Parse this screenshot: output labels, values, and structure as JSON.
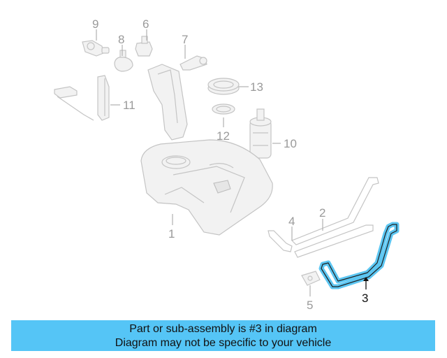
{
  "diagram": {
    "callouts": [
      {
        "id": "1",
        "label": "1"
      },
      {
        "id": "2",
        "label": "2"
      },
      {
        "id": "3",
        "label": "3",
        "highlighted": true
      },
      {
        "id": "4",
        "label": "4"
      },
      {
        "id": "5",
        "label": "5"
      },
      {
        "id": "6",
        "label": "6"
      },
      {
        "id": "7",
        "label": "7"
      },
      {
        "id": "8",
        "label": "8"
      },
      {
        "id": "9",
        "label": "9"
      },
      {
        "id": "10",
        "label": "10"
      },
      {
        "id": "11",
        "label": "11"
      },
      {
        "id": "12",
        "label": "12"
      },
      {
        "id": "13",
        "label": "13"
      }
    ],
    "colors": {
      "highlight": "#5cc6f2",
      "banner": "#55c5f6",
      "ghost": "#c4c4c4"
    }
  },
  "banner": {
    "line1": "Part or sub-assembly is #3 in diagram",
    "line2": "Diagram may not be specific to your vehicle"
  }
}
